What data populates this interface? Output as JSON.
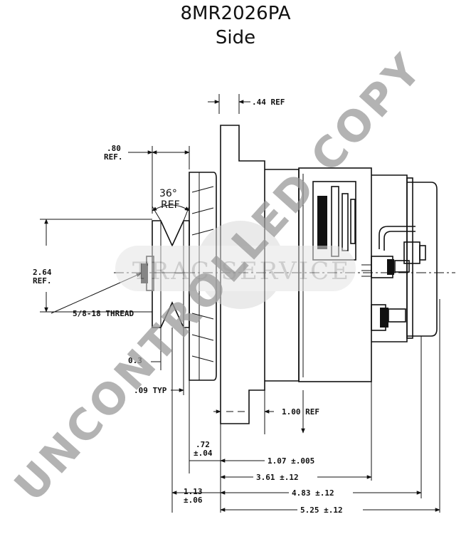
{
  "header": {
    "model": "8MR2026PA",
    "view": "Side"
  },
  "watermark": {
    "main": "UNCONTROLLED COPY",
    "logo": "TRAC SERVICE"
  },
  "dimensions": {
    "ref_044": ".44 REF",
    "ref_080_a": ".80",
    "ref_080_b": "REF.",
    "angle_a": "36°",
    "angle_b": "REF",
    "ref_264_a": "2.64",
    "ref_264_b": "REF.",
    "thread": "5/8-18 THREAD",
    "dim_03": "0.3",
    "typ": ".09 TYP",
    "ref_100": "1.00 REF",
    "d072_a": ".72",
    "d072_b": "±.04",
    "d107": "1.07 ±.005",
    "d361": "3.61 ±.12",
    "d113_a": "1.13",
    "d113_b": "±.06",
    "d483": "4.83 ±.12",
    "d525": "5.25 ±.12"
  },
  "colors": {
    "line": "#111111",
    "watermark": "#9a9a9a",
    "background": "#ffffff"
  }
}
